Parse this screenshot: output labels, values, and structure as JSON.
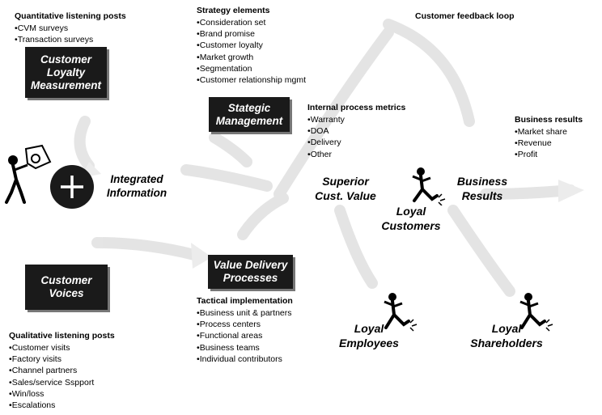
{
  "quantitative": {
    "title": "Quantitative listening posts",
    "items": [
      "CVM surveys",
      "Transaction surveys"
    ]
  },
  "loyalty_box": {
    "line1": "Customer",
    "line2": "Loyalty",
    "line3": "Measurement"
  },
  "strategy": {
    "title": "Strategy elements",
    "items": [
      "Consideration set",
      "Brand promise",
      "Customer loyalty",
      "Market growth",
      "Segmentation",
      "Customer relationship mgmt"
    ]
  },
  "strategic_box": {
    "line1": "Stategic",
    "line2": "Management"
  },
  "feedback_loop": "Customer feedback loop",
  "internal": {
    "title": "Internal process metrics",
    "items": [
      "Warranty",
      "DOA",
      "Delivery",
      "Other"
    ]
  },
  "business_results_list": {
    "title": "Business results",
    "items": [
      "Market share",
      "Revenue",
      "Profit"
    ]
  },
  "integrated": {
    "line1": "Integrated",
    "line2": "Information"
  },
  "superior": {
    "line1": "Superior",
    "line2": "Cust. Value"
  },
  "business_results_label": {
    "line1": "Business",
    "line2": "Results"
  },
  "loyal_customers": {
    "line1": "Loyal",
    "line2": "Customers"
  },
  "value_delivery_box": {
    "line1": "Value Delivery",
    "line2": "Processes"
  },
  "voices_box": {
    "line1": "Customer",
    "line2": "Voices"
  },
  "tactical": {
    "title": "Tactical implementation",
    "items": [
      "Business unit & partners",
      "Process centers",
      "Functional areas",
      "Business teams",
      "Individual contributors"
    ]
  },
  "qualitative": {
    "title": "Qualitative listening posts",
    "items": [
      "Customer visits",
      "Factory visits",
      "Channel partners",
      "Sales/service Sspport",
      "Win/loss",
      "Escalations"
    ]
  },
  "loyal_employees": {
    "line1": "Loyal",
    "line2": "Employees"
  },
  "loyal_shareholders": {
    "line1": "Loyal",
    "line2": "Shareholders"
  },
  "colors": {
    "box": "#1a1a1a",
    "flow": "#dcdcdc"
  }
}
